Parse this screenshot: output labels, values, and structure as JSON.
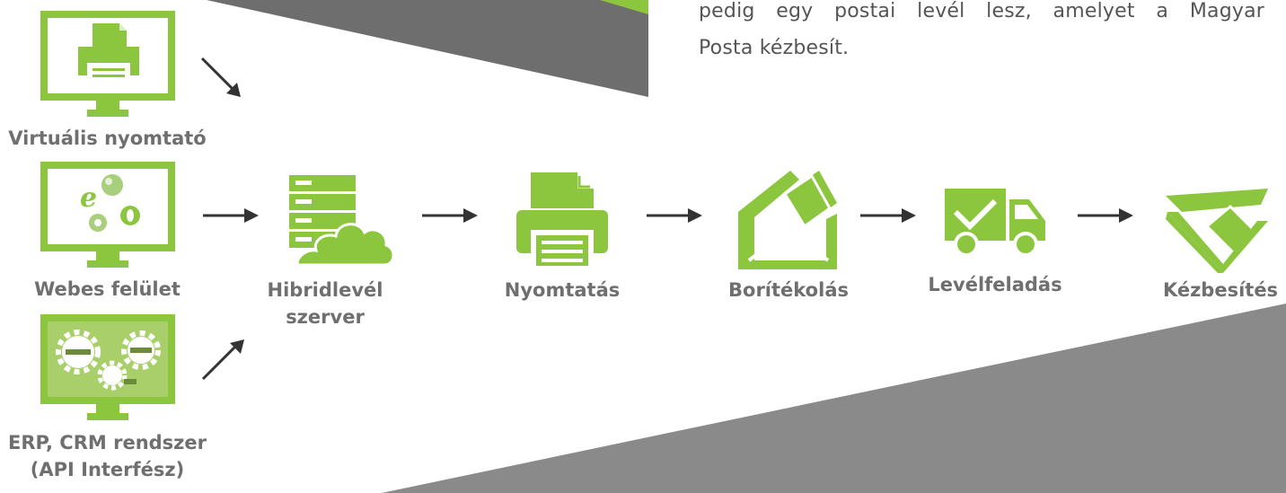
{
  "intro_text": {
    "line1": "pedig egy postai levél lesz, amelyet a Magyar",
    "line2": "Posta kézbesít."
  },
  "inputs": [
    {
      "label": "Virtuális nyomtató",
      "icon": "virtual-printer-monitor-icon"
    },
    {
      "label": "Webes felület",
      "icon": "web-browser-monitor-icon"
    },
    {
      "label_line1": "ERP, CRM rendszer",
      "label_line2": "(API Interfész)",
      "icon": "erp-gears-monitor-icon"
    }
  ],
  "steps": [
    {
      "label_line1": "Hibridlevél",
      "label_line2": "szerver",
      "icon": "server-cloud-icon"
    },
    {
      "label": "Nyomtatás",
      "icon": "printer-icon"
    },
    {
      "label": "Borítékolás",
      "icon": "envelope-icon"
    },
    {
      "label": "Levélfeladás",
      "icon": "delivery-van-icon"
    },
    {
      "label": "Kézbesítés",
      "icon": "open-envelope-icon"
    }
  ],
  "colors": {
    "accent": "#8cc63f",
    "label": "#6f6f6f",
    "text": "#555555",
    "band": "#8a8a8a"
  }
}
